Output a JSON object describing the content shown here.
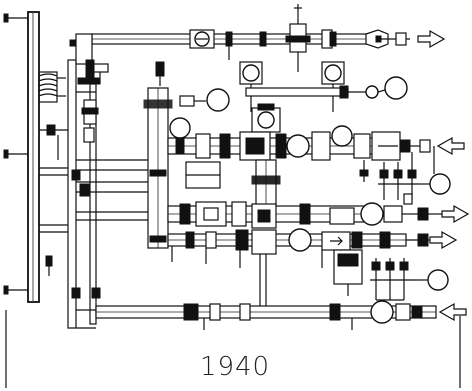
{
  "drawing": {
    "dimension_label": "1940",
    "flow_arrows": [
      "outlet-top",
      "inlet-mid",
      "outlet-mid-1",
      "outlet-mid-2",
      "inlet-bottom"
    ]
  }
}
